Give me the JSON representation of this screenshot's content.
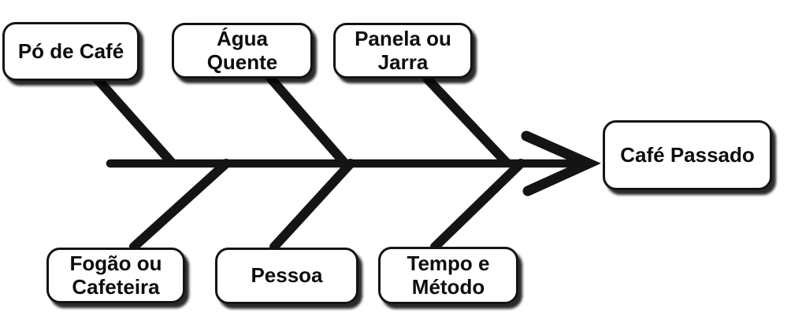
{
  "diagram": {
    "type": "fishbone",
    "effect": {
      "label": "Café Passado"
    },
    "causes_top": [
      {
        "label": "Pó de Café"
      },
      {
        "label": "Água\nQuente"
      },
      {
        "label": "Panela ou\nJarra"
      }
    ],
    "causes_bottom": [
      {
        "label": "Fogão ou\nCafeteira"
      },
      {
        "label": "Pessoa"
      },
      {
        "label": "Tempo e\nMétodo"
      }
    ],
    "colors": {
      "line": "#141414",
      "box_background": "#ffffff",
      "box_border": "#131313",
      "box_shadow": "#050505",
      "text": "#0d0d0d",
      "background": "#ffffff"
    }
  }
}
